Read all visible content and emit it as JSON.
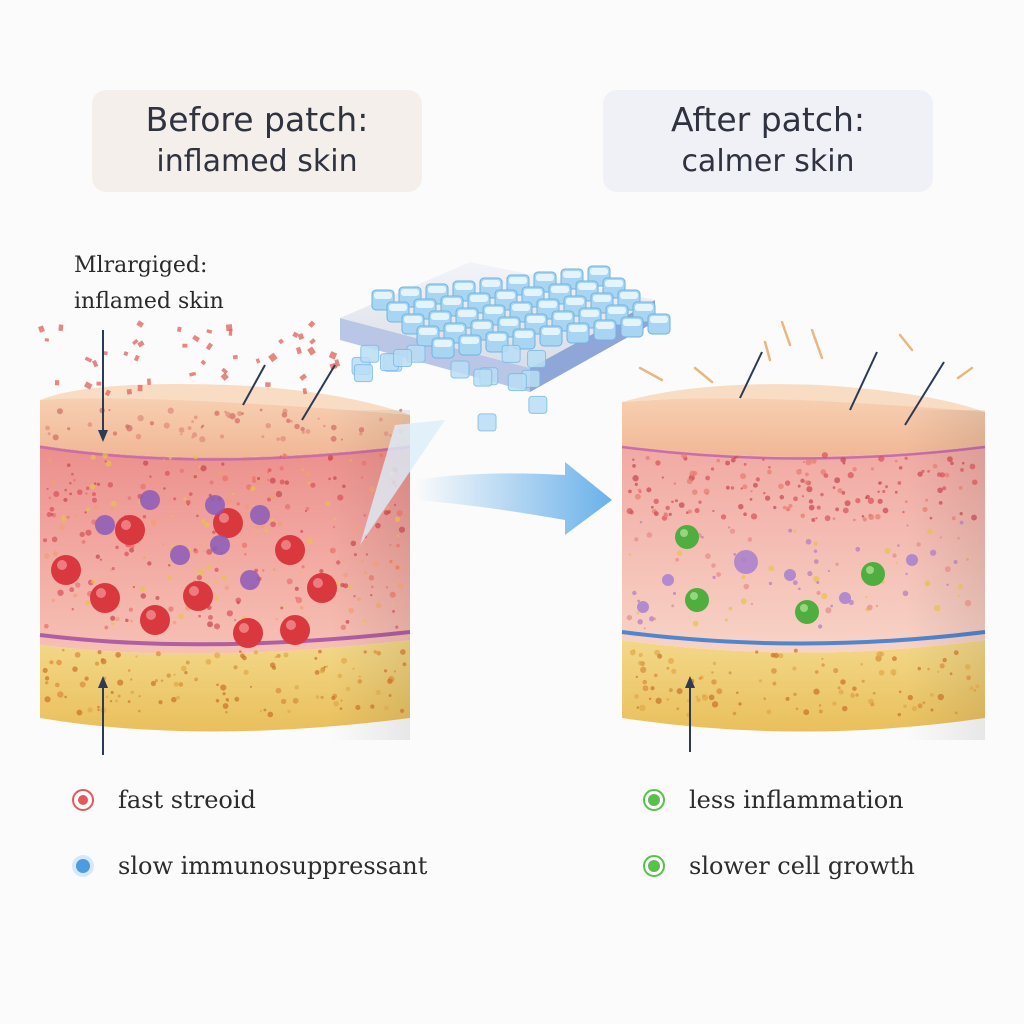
{
  "before_panel": {
    "title_line1": "Before patch:",
    "title_line2": "inflamed skin"
  },
  "after_panel": {
    "title_line1": "After patch:",
    "title_line2": "calmer skin"
  },
  "callout": {
    "line1": "Mlrargiged:",
    "line2": "inflamed skin"
  },
  "legend_before": [
    {
      "label": "fast streoid",
      "color": "#e05a5a"
    },
    {
      "label": "slow immunosuppressant",
      "color": "#4d9be0"
    }
  ],
  "legend_after": [
    {
      "label": "less inflammation",
      "color": "#5bbf4e"
    },
    {
      "label": "slower cell growth",
      "color": "#5bbf4e"
    }
  ],
  "colors": {
    "epidermis": "#f4c7a6",
    "dermis_inflamed": "#f1a8a4",
    "dermis_calm": "#f6c9c0",
    "fat_layer": "#f0cf73",
    "patch_micro": "#a8d6f2",
    "arrow": "#5aa9e8"
  }
}
